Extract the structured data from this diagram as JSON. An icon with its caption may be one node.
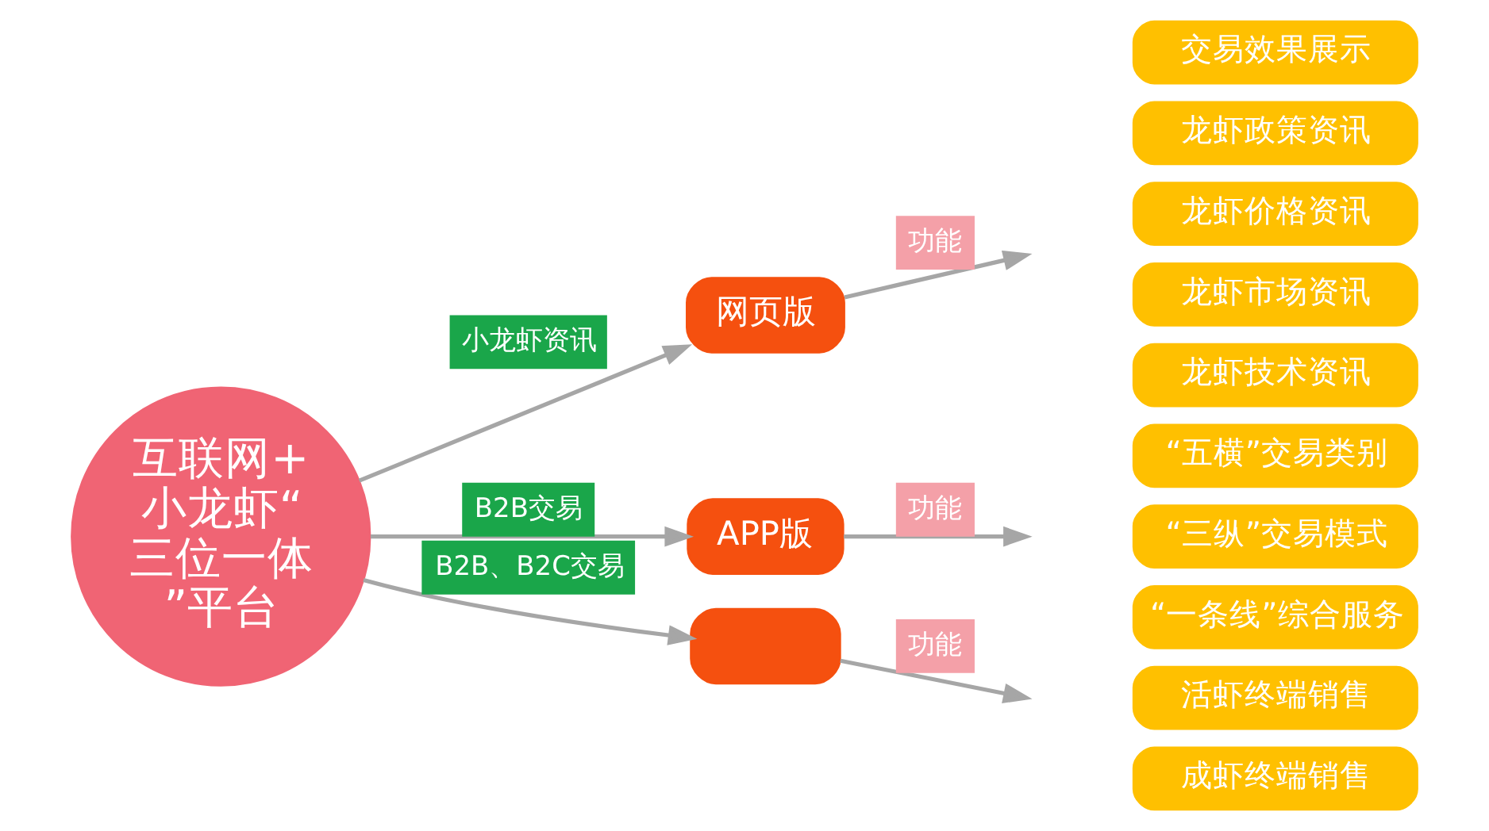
{
  "diagram": {
    "nodes": [
      {
        "text": [
          "互联网+小龙虾“三位一体”平台"
        ]
      },
      {
        "text": [
          "网页版"
        ]
      },
      {
        "text": [
          "APP版"
        ]
      },
      {
        "text": [],
        "shape": "box"
      },
      {
        "text": [
          "交易效果展示"
        ]
      },
      {
        "text": [
          "龙虾政策资讯"
        ]
      },
      {
        "text": [
          "龙虾价格资讯"
        ]
      },
      {
        "text": [
          "龙虾市场资讯"
        ]
      },
      {
        "text": [
          "龙虾技术资讯"
        ]
      },
      {
        "text": [
          "“五横”交易类别"
        ]
      },
      {
        "text": [
          "“三纵”交易模式"
        ]
      },
      {
        "text": [
          "“一条线”综合服务"
        ]
      },
      {
        "text": [
          "活虾终端销售"
        ]
      },
      {
        "text": [
          "成虾终端销售"
        ]
      }
    ],
    "edges": [
      {
        "from": 0,
        "to": 1,
        "arrow": "to",
        "label": "小龙虾资讯"
      },
      {
        "from": 0,
        "to": 2,
        "arrow": "to",
        "label": "B2B交易"
      },
      {
        "from": 0,
        "to": 3,
        "arrow": "to",
        "label": "B2B、B2C交易"
      },
      {
        "from": 1,
        "to": null,
        "arrow": "to",
        "label": "功能"
      },
      {
        "from": 2,
        "to": null,
        "arrow": "to",
        "label": "功能"
      },
      {
        "from": 3,
        "to": null,
        "arrow": "to",
        "label": "功能"
      }
    ]
  }
}
